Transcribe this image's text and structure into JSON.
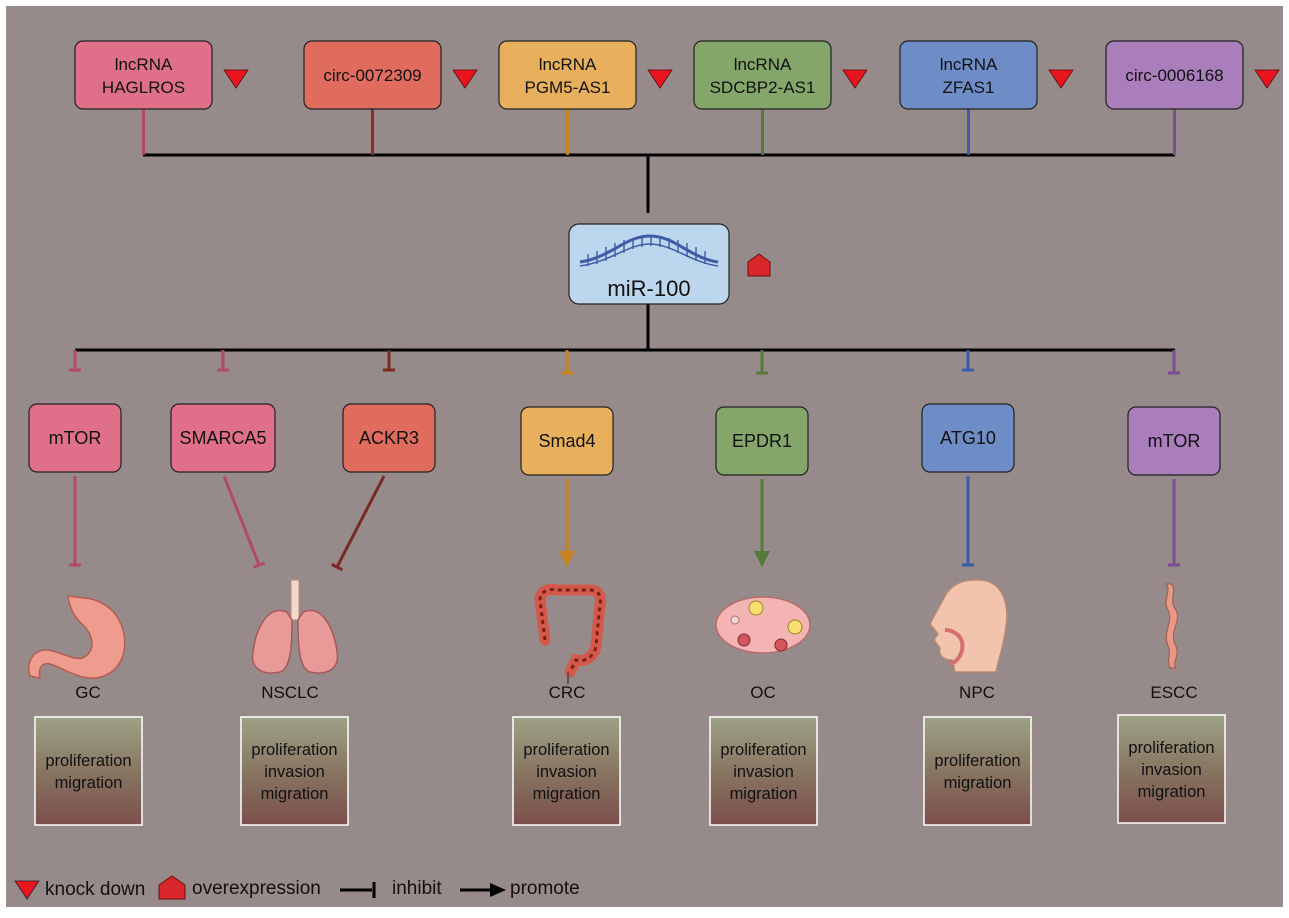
{
  "colors": {
    "background": "#978A8A",
    "pink": "#E0708A",
    "salmon": "#E06C5E",
    "orange": "#E8B05C",
    "green": "#84A66A",
    "blue": "#6E8CC6",
    "purple": "#A97EBB",
    "mirna_box": "#BCD6EE",
    "knockdown": "#E8141E",
    "overexpression": "#D8262A"
  },
  "upstream_regulators": [
    {
      "line1": "lncRNA",
      "line2": "HAGLROS",
      "color": "pink",
      "line_color": "#B04B66"
    },
    {
      "line1": "circ-0072309",
      "line2": "",
      "color": "salmon",
      "line_color": "#8E2D22"
    },
    {
      "line1": "lncRNA",
      "line2": "PGM5-AS1",
      "color": "orange",
      "line_color": "#C7821E"
    },
    {
      "line1": "lncRNA",
      "line2": "SDCBP2-AS1",
      "color": "green",
      "line_color": "#557A3A"
    },
    {
      "line1": "lncRNA",
      "line2": "ZFAS1",
      "color": "blue",
      "line_color": "#3660A8"
    },
    {
      "line1": "circ-0006168",
      "line2": "",
      "color": "purple",
      "line_color": "#7A4E92"
    }
  ],
  "central_mirna": {
    "label": "miR-100"
  },
  "targets": [
    {
      "label": "mTOR",
      "color": "pink",
      "line_color": "#B04B66",
      "effect": "inhibit"
    },
    {
      "label": "SMARCA5",
      "color": "pink",
      "line_color": "#B04B66",
      "effect": "inhibit"
    },
    {
      "label": "ACKR3",
      "color": "salmon",
      "line_color": "#7A2A22",
      "effect": "inhibit"
    },
    {
      "label": "Smad4",
      "color": "orange",
      "line_color": "#C7821E",
      "effect": "promote"
    },
    {
      "label": "EPDR1",
      "color": "green",
      "line_color": "#557A3A",
      "effect": "promote"
    },
    {
      "label": "ATG10",
      "color": "blue",
      "line_color": "#3660A8",
      "effect": "inhibit"
    },
    {
      "label": "mTOR",
      "color": "purple",
      "line_color": "#7A4E92",
      "effect": "inhibit"
    }
  ],
  "cancers": [
    {
      "abbr": "GC",
      "organ": "stomach-icon",
      "outcomes": [
        "proliferation",
        "migration"
      ]
    },
    {
      "abbr": "NSCLC",
      "organ": "lungs-icon",
      "outcomes": [
        "proliferation",
        "invasion",
        "migration"
      ]
    },
    {
      "abbr": "CRC",
      "organ": "colon-icon",
      "outcomes": [
        "proliferation",
        "invasion",
        "migration"
      ]
    },
    {
      "abbr": "OC",
      "organ": "ovary-icon",
      "outcomes": [
        "proliferation",
        "invasion",
        "migration"
      ]
    },
    {
      "abbr": "NPC",
      "organ": "head-icon",
      "outcomes": [
        "proliferation",
        "migration"
      ]
    },
    {
      "abbr": "ESCC",
      "organ": "esophagus-icon",
      "outcomes": [
        "proliferation",
        "invasion",
        "migration"
      ]
    }
  ],
  "legend": {
    "knockdown": "knock down",
    "overexpression": "overexpression",
    "inhibit": "inhibit",
    "promote": "promote"
  }
}
